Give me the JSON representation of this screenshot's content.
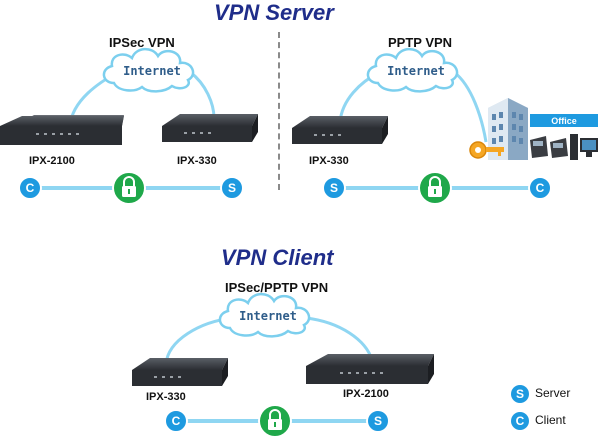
{
  "titles": {
    "server": "VPN Server",
    "client": "VPN Client"
  },
  "sections": {
    "ipsec": "IPSec VPN",
    "pptp": "PPTP VPN",
    "ipsec_pptp": "IPSec/PPTP VPN"
  },
  "cloud_label": "Internet",
  "devices": {
    "ipx2100": "IPX-2100",
    "ipx330": "IPX-330"
  },
  "badges": {
    "server": "S",
    "client": "C"
  },
  "office_label": "Office",
  "legend": {
    "server": "Server",
    "client": "Client"
  },
  "colors": {
    "heading": "#1f2d8a",
    "badge": "#1e9ae0",
    "lock": "#1fa84a",
    "link": "#8fd6f2",
    "device": "#2b2e33",
    "office_banner": "#1e9ae0"
  }
}
